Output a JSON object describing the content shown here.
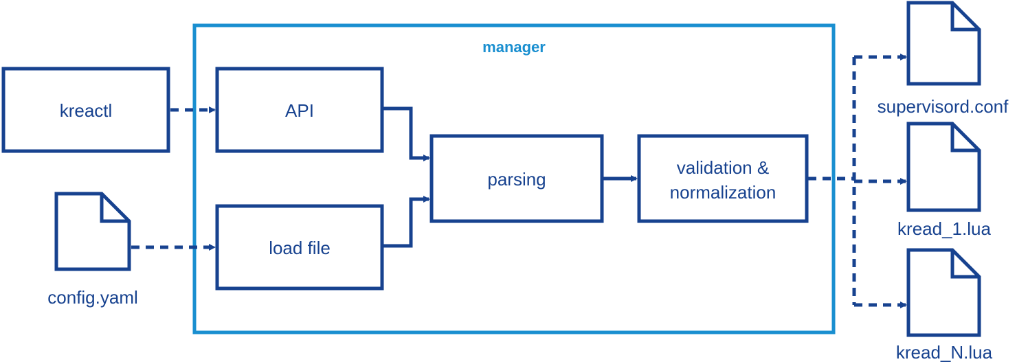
{
  "colors": {
    "node": "#17428f",
    "group": "#1a8fd0",
    "background": "#ffffff"
  },
  "group": {
    "label": "manager"
  },
  "nodes": {
    "kreactl": "kreactl",
    "api": "API",
    "load_file": "load file",
    "parsing": "parsing",
    "validation_line1": "validation &",
    "validation_line2": "normalization"
  },
  "files": {
    "config": "config.yaml",
    "supervisord": "supervisord.conf",
    "kread_1": "kread_1.lua",
    "kread_n": "kread_N.lua"
  },
  "file_icon": "document-icon"
}
